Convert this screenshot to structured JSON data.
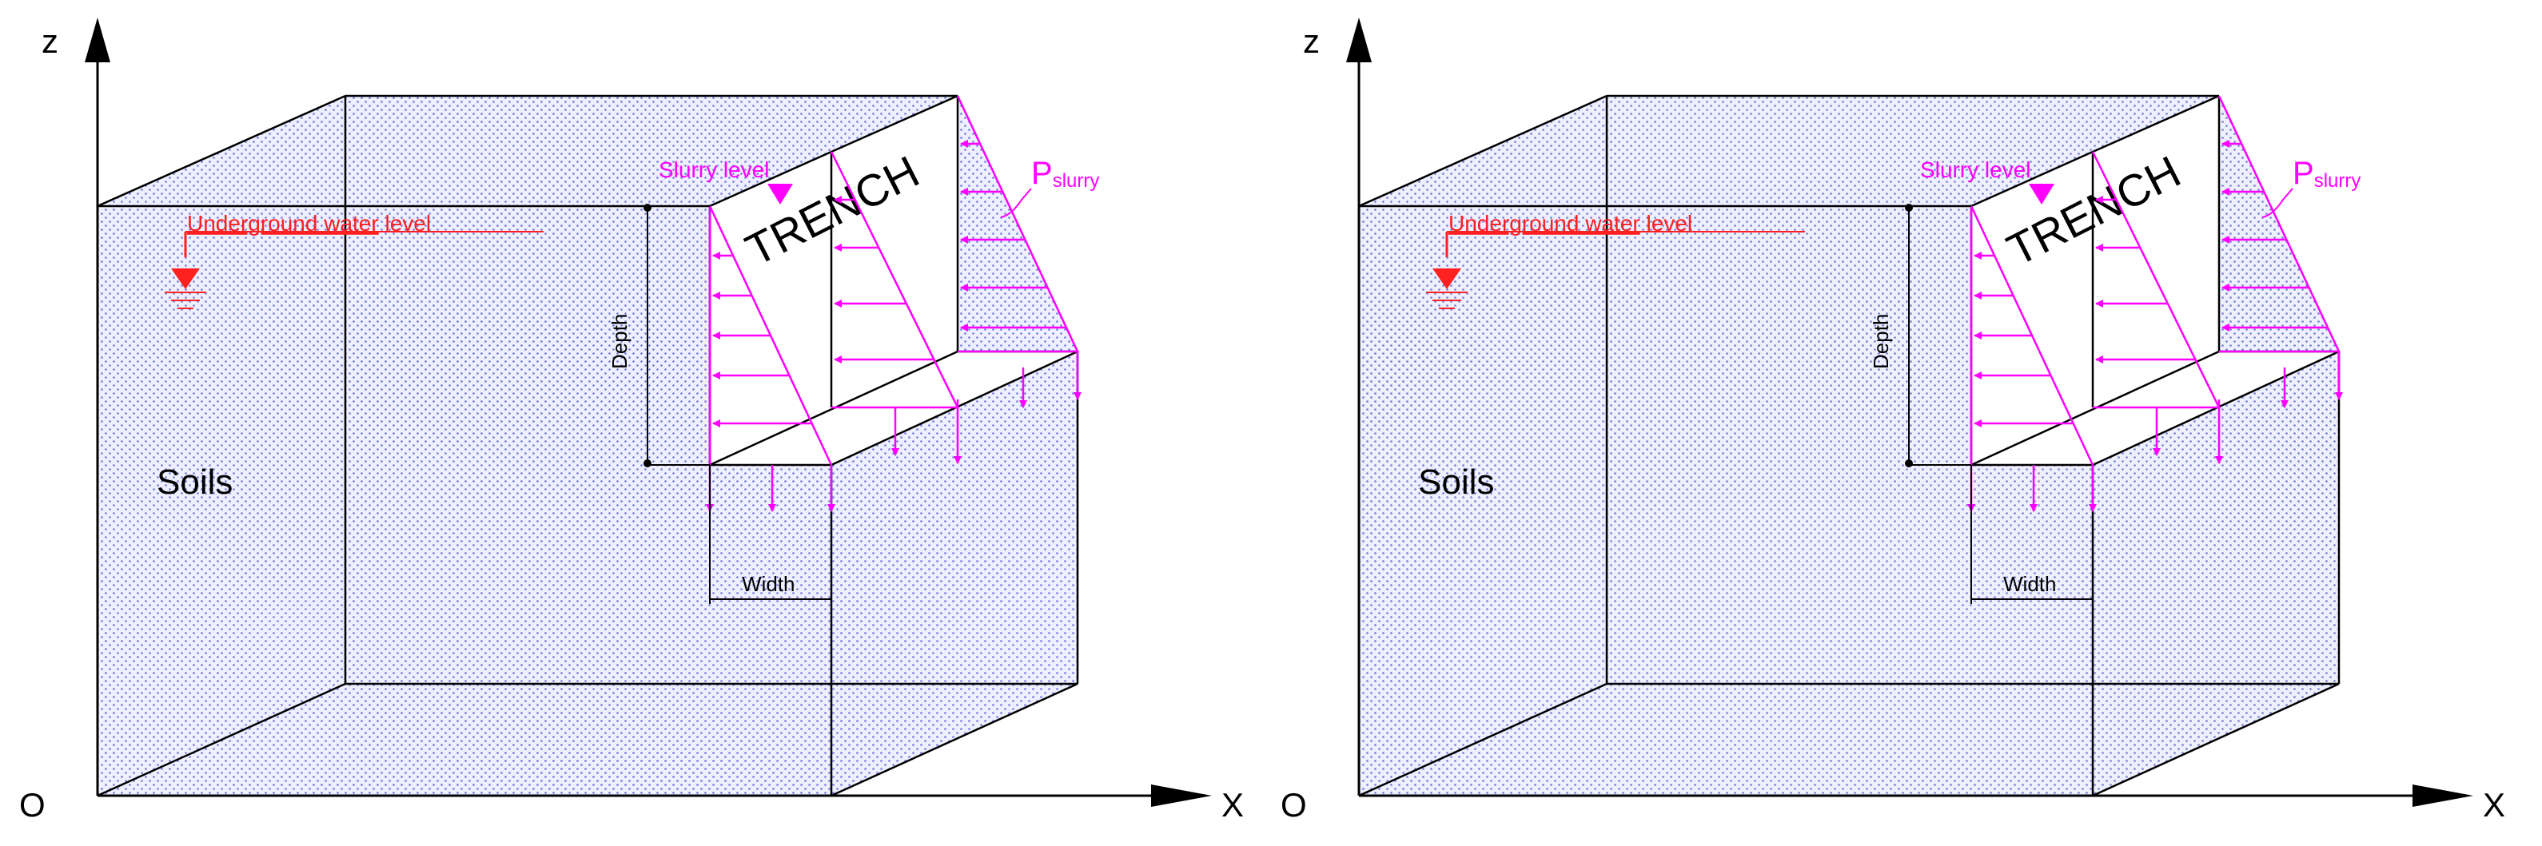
{
  "colors": {
    "frame": "#000000",
    "soil_fill": "#eef0ff",
    "soil_dots": "#6f76d8",
    "trench_white": "#ffffff",
    "slurry": "#ff00ff",
    "water": "#ff2020"
  },
  "panels": [
    {
      "axes": {
        "z": "z",
        "x": "X",
        "origin": "O"
      },
      "soil_label": "Soils",
      "trench_label": "TRENCH",
      "water_level": {
        "part1": "Underground water",
        "part2": " level"
      },
      "slurry_level": "Slurry level",
      "pressure": {
        "symbol": "P",
        "subscript": "slurry"
      },
      "depth_label": "Depth",
      "width_label": "Width"
    },
    {
      "axes": {
        "z": "z",
        "x": "X",
        "origin": "O"
      },
      "soil_label": "Soils",
      "trench_label": "TRENCH",
      "water_level": {
        "part1": "Underground water",
        "part2": " level"
      },
      "slurry_level": "Slurry level",
      "pressure": {
        "symbol": "P",
        "subscript": "slurry"
      },
      "depth_label": "Depth",
      "width_label": "Width"
    }
  ]
}
